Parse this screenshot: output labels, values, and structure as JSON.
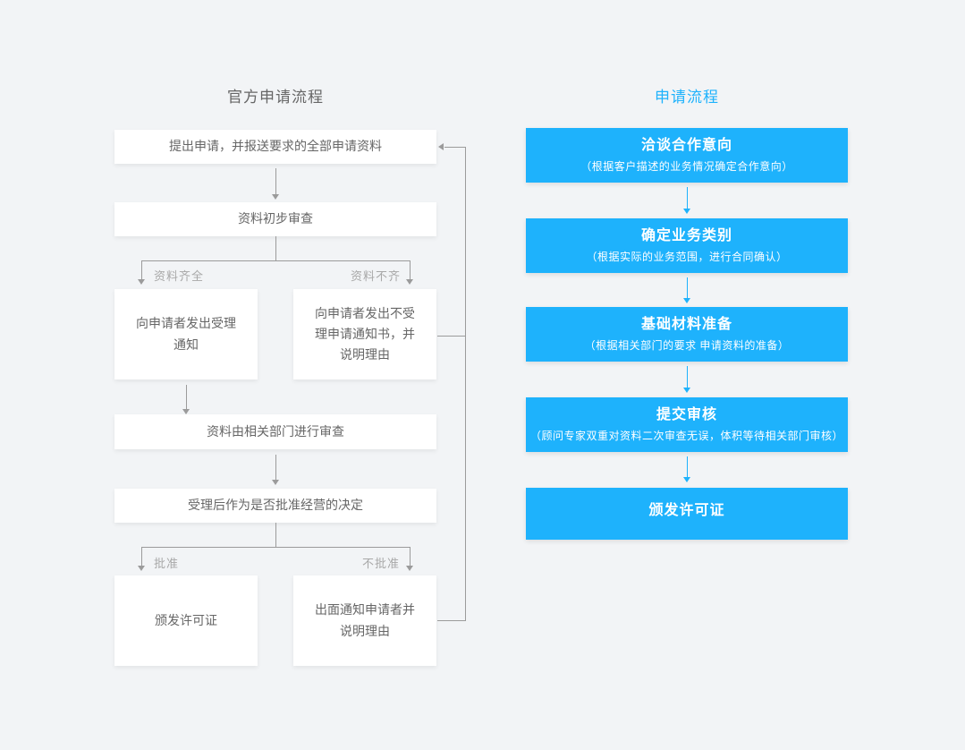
{
  "colors": {
    "background": "#f2f4f6",
    "accent_blue": "#1eb2fc",
    "line_gray": "#9b9b9b",
    "label_gray": "#a8a8a8",
    "text_gray": "#666666"
  },
  "left_flow": {
    "title": "官方申请流程",
    "boxes": {
      "submit": "提出申请，并报送要求的全部申请资料",
      "initial_review": "资料初步审查",
      "accept_notice": "向申请者发出受理通知",
      "reject_notice": "向申请者发出不受理申请通知书，并说明理由",
      "dept_review": "资料由相关部门进行审查",
      "decision": "受理后作为是否批准经营的决定",
      "issue_license": "颁发许可证",
      "notify_reason": "出面通知申请者并说明理由"
    },
    "branch_labels": {
      "complete": "资料齐全",
      "incomplete": "资料不齐",
      "approved": "批准",
      "not_approved": "不批准"
    }
  },
  "right_flow": {
    "title": "申请流程",
    "steps": [
      {
        "title": "洽谈合作意向",
        "subtitle": "（根据客户描述的业务情况确定合作意向）"
      },
      {
        "title": "确定业务类别",
        "subtitle": "（根据实际的业务范围，进行合同确认）"
      },
      {
        "title": "基础材料准备",
        "subtitle": "（根据相关部门的要求 申请资料的准备）"
      },
      {
        "title": "提交审核",
        "subtitle": "（顾问专家双重对资料二次审查无误，体积等待相关部门审核）"
      },
      {
        "title": "颁发许可证",
        "subtitle": ""
      }
    ]
  }
}
